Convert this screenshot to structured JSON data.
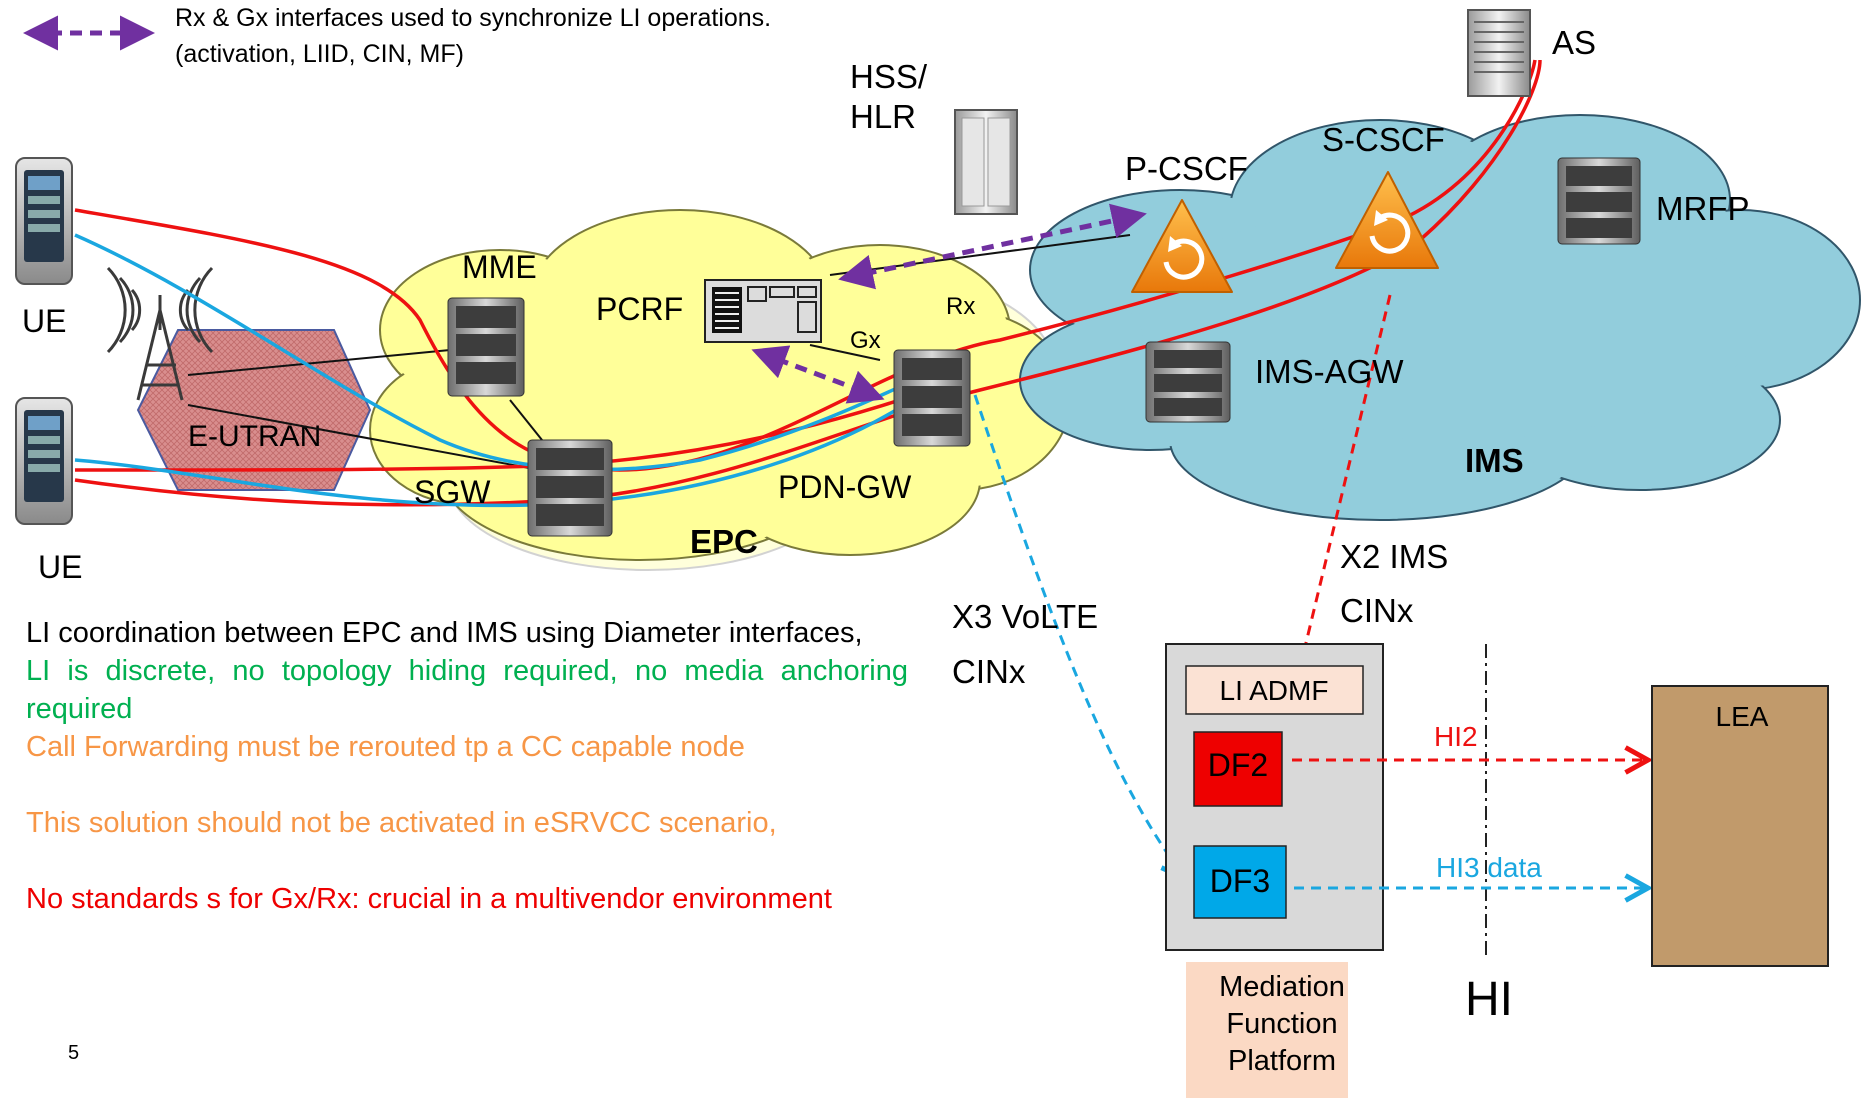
{
  "legend": {
    "line1": "Rx & Gx interfaces used to synchronize LI operations.",
    "line2": "(activation, LIID, CIN, MF)"
  },
  "nodes": {
    "ue_top": "UE",
    "ue_bottom": "UE",
    "eutran": "E-UTRAN",
    "mme": "MME",
    "pcrf": "PCRF",
    "sgw": "SGW",
    "pdngw": "PDN-GW",
    "epc": "EPC",
    "hss_line1": "HSS/",
    "hss_line2": "HLR",
    "as": "AS",
    "pcscf": "P-CSCF",
    "scscf": "S-CSCF",
    "mrfp": "MRFP",
    "imsagw": "IMS-AGW",
    "ims": "IMS",
    "rx": "Rx",
    "gx": "Gx"
  },
  "interfaces": {
    "x3_line1": "X3 VoLTE",
    "x3_line2": "CINx",
    "x2_line1": "X2 IMS",
    "x2_line2": "CINx",
    "hi2": "HI2",
    "hi3": "HI3 data",
    "hi": "HI"
  },
  "mediation": {
    "admf": "LI ADMF",
    "df2": "DF2",
    "df3": "DF3",
    "platform_line1": "Mediation",
    "platform_line2": "Function",
    "platform_line3": "Platform",
    "lea": "LEA"
  },
  "notes": {
    "n1": "LI coordination between EPC and IMS using Diameter interfaces,",
    "n2": "LI is discrete, no topology hiding required, no media anchoring required",
    "n3": "Call Forwarding must be rerouted  tp a CC capable node",
    "n4": "This solution should not be activated in eSRVCC scenario,",
    "n5": "No standards s for Gx/Rx: crucial in a multivendor environment"
  },
  "page_number": "5",
  "colors": {
    "epc_cloud": "#ffff99",
    "ims_cloud": "#92cddc",
    "eutran": "#d98e8e",
    "red_path": "#ee1111",
    "blue_path": "#1aa7e0",
    "purple_dash": "#7030a0",
    "df2": "#ee0000",
    "df3": "#00a8e8",
    "lea": "#c19a6b",
    "admf": "#fbe2d4",
    "platform": "#fbd9c4",
    "mediation_box": "#d9d9d9",
    "note_green": "#00b050",
    "note_orange": "#f79646",
    "note_red": "#ee0000"
  }
}
